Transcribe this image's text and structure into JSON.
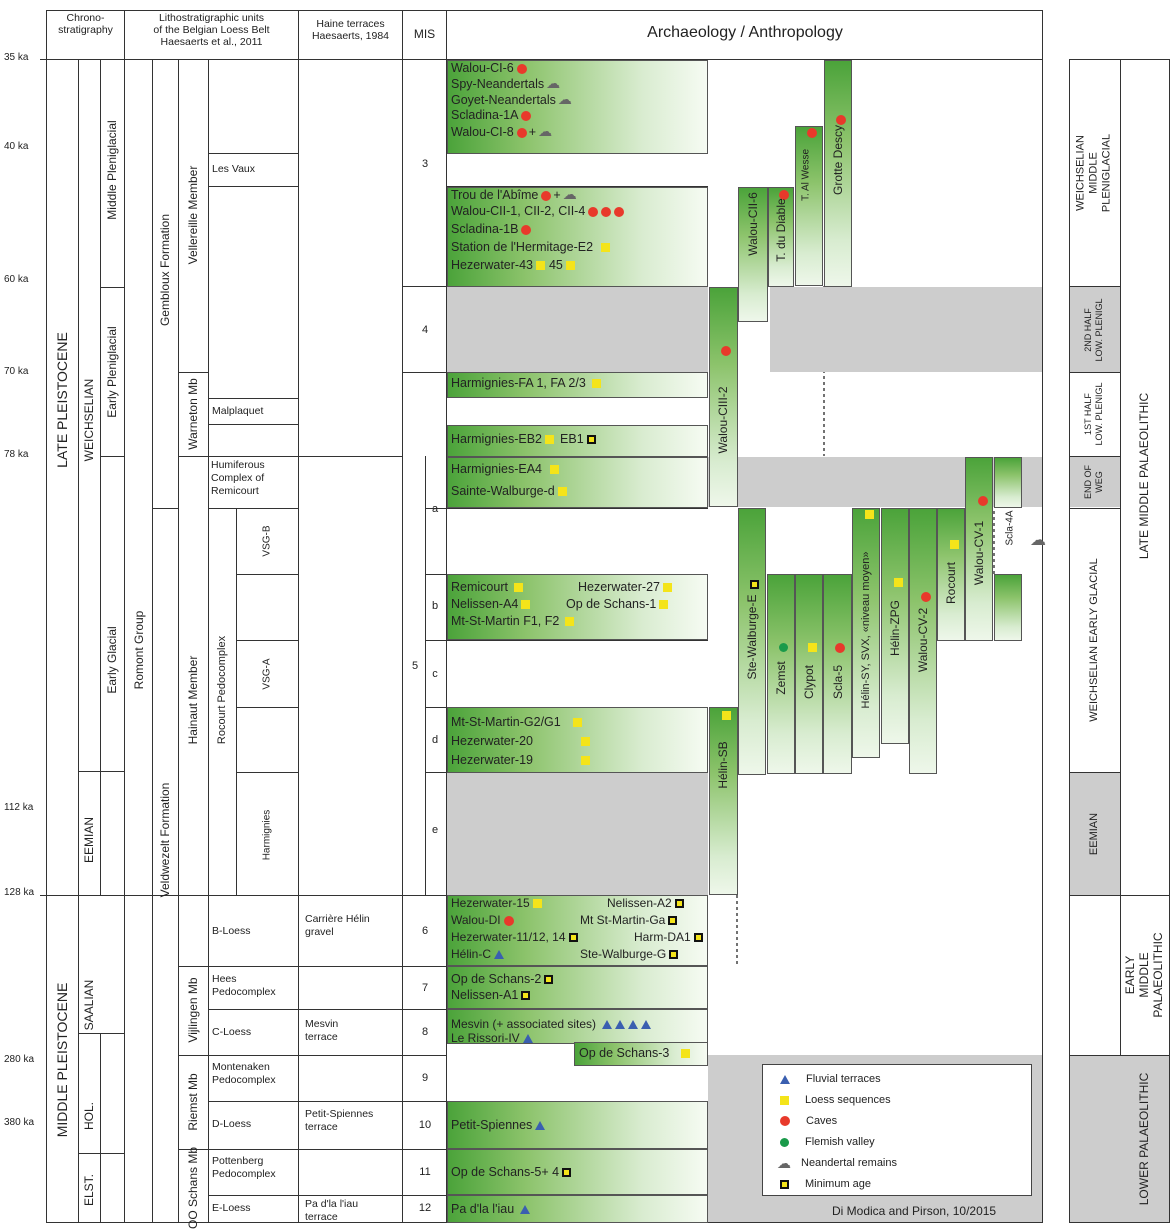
{
  "headers": {
    "chrono": "Chrono-\nstratigraphy",
    "litho": "Lithostratigraphic units\nof the Belgian Loess Belt\nHaesaerts et al., 2011",
    "haine": "Haine terraces\nHaesaerts, 1984",
    "mis": "MIS",
    "archaeology": "Archaeology / Anthropology"
  },
  "ages": [
    "35 ka",
    "40 ka",
    "60 ka",
    "70 ka",
    "78 ka",
    "112 ka",
    "128 ka",
    "280 ka",
    "380 ka"
  ],
  "chrono": {
    "late_pleistocene": "LATE PLEISTOCENE",
    "weichselian": "WEICHSELIAN",
    "middle_pleniglacial": "Middle Pleniglacial",
    "early_pleniglacial": "Early Pleniglacial",
    "early_glacial": "Early Glacial",
    "eemian": "EEMIAN",
    "middle_pleistocene": "MIDDLE PLEISTOCENE",
    "saalian": "SAALIAN",
    "hol": "HOL.",
    "elst": "ELST."
  },
  "litho": {
    "romont_group": "Romont Group",
    "gembloux_formation": "Gembloux Formation",
    "veldwezelt_formation": "Veldwezelt Formation",
    "vellereille_member": "Vellereille Member",
    "warneton_mb": "Warneton Mb",
    "hainaut_member": "Hainaut Member",
    "vijlingen_mb": "Vijlingen Mb",
    "riemst_mb": "Riemst Mb",
    "oo_schans_mb": "OO Schans Mb",
    "rocourt_pedocomplex": "Rocourt Pedocomplex",
    "les_vaux": "Les Vaux",
    "malplaquet": "Malplaquet",
    "humiferous": "Humiferous\nComplex of\nRemicourt",
    "vsg_b": "VSG-B",
    "vsg_a": "VSG-A",
    "harmignies": "Harmignies",
    "b_loess": "B-Loess",
    "hees": "Hees\nPedocomplex",
    "c_loess": "C-Loess",
    "montenaken": "Montenaken\nPedocomplex",
    "d_loess": "D-Loess",
    "pottenberg": "Pottenberg\nPedocomplex",
    "e_loess": "E-Loess"
  },
  "haine": {
    "carriere": "Carrière Hélin\ngravel",
    "mesvin": "Mesvin\nterrace",
    "petit_spiennes": "Petit-Spiennes\nterrace",
    "pa_dla_liau": "Pa d'la l'iau\nterrace"
  },
  "mis": {
    "m3": "3",
    "m4": "4",
    "m5": "5",
    "a": "a",
    "b": "b",
    "c": "c",
    "d": "d",
    "e": "e",
    "m6": "6",
    "m7": "7",
    "m8": "8",
    "m9": "9",
    "m10": "10",
    "m11": "11",
    "m12": "12"
  },
  "sites": {
    "walou_ci6": "Walou-CI-6",
    "spy": "Spy-Neandertals",
    "goyet": "Goyet-Neandertals",
    "scladina_1a": "Scladina-1A",
    "walou_ci8": "Walou-CI-8",
    "plus": "+",
    "trou_abime": "Trou de l'Abîme",
    "walou_cii": "Walou-CII-1, CII-2, CII-4",
    "scladina_1b": "Scladina-1B",
    "hermitage": "Station de l'Hermitage-E2",
    "hezerwater_43": "Hezerwater-43",
    "n45": "45",
    "harm_fa": "Harmignies-FA 1, FA 2/3",
    "harm_eb2": "Harmignies-EB2",
    "eb1": "EB1",
    "harm_ea4": "Harmignies-EA4",
    "sainte_walburge": "Sainte-Walburge-d",
    "remicourt": "Remicourt",
    "hezerwater_27": "Hezerwater-27",
    "nelissen_a4": "Nelissen-A4",
    "op_de_schans_1": "Op de Schans-1",
    "mt_st_martin_f": "Mt-St-Martin F1, F2",
    "mt_st_martin_g": "Mt-St-Martin-G2/G1",
    "hezerwater_20": "Hezerwater-20",
    "hezerwater_19": "Hezerwater-19",
    "hezerwater_15": "Hezerwater-15",
    "nelissen_a2": "Nelissen-A2",
    "walou_di": "Walou-DI",
    "mt_st_martin_ga": "Mt St-Martin-Ga",
    "hezerwater_11": "Hezerwater-11/12, 14",
    "harm_da1": "Harm-DA1",
    "helin_c": "Hélin-C",
    "ste_walburge_g": "Ste-Walburge-G",
    "op_de_schans_2": "Op de Schans-2",
    "nelissen_a1": "Nelissen-A1",
    "mesvin_sites": "Mesvin (+ associated sites)",
    "le_rissori": "Le Rissori-IV",
    "op_de_schans_3": "Op de Schans-3",
    "petit_spiennes": "Petit-Spiennes",
    "op_de_schans_54": "Op de Schans-5+ 4",
    "pa_dla_liau": "Pa d'la l'iau"
  },
  "bars": {
    "walou_ciii2": "Walou-CIII-2",
    "walou_cii6": "Walou-CII-6",
    "t_diable": "T. du Diable",
    "t_al_wesse": "T. Al Wesse",
    "grotte_descy": "Grotte Descy",
    "helin_sb": "Hélin-SB",
    "ste_walburge_e": "Ste-Walburge-E",
    "zemst": "Zemst",
    "clypot": "Clypot",
    "scla5": "Scla-5",
    "helin_sy": "Hélin-SY, SVX, «niveau moyen»",
    "helin_zpg": "Hélin-ZPG",
    "walou_cv2": "Walou-CV-2",
    "rocourt": "Rocourt",
    "walou_cv1": "Walou-CV-1",
    "scla4a": "Scla-4A"
  },
  "right": {
    "weichselian_mp": "WEICHSELIAN\nMIDDLE PLENIGLACIAL",
    "second_half": "2ND HALF\nLOW. PLENIGL",
    "first_half": "1ST HALF\nLOW. PLENIGL",
    "end_of_weg": "END OF\nWEG",
    "weichselian_eg": "WEICHSELIAN EARLY GLACIAL",
    "eemian": "EEMIAN",
    "late_mp": "LATE MIDDLE PALAEOLITHIC",
    "early_mp": "EARLY MIDDLE\nPALAEOLITHIC",
    "lower_p": "LOWER PALAEOLITHIC"
  },
  "legend": {
    "fluvial": "Fluvial terraces",
    "loess": "Loess sequences",
    "caves": "Caves",
    "flemish": "Flemish valley",
    "neandertal": "Neandertal remains",
    "minimum": "Minimum age"
  },
  "credit": "Di Modica and Pirson, 10/2015",
  "colors": {
    "green_dark": "#4ba33a",
    "gray": "#cdcdcd",
    "cave": "#e8392b",
    "loess": "#f4e41a",
    "flemish": "#1a9a4a",
    "fluvial": "#3a5fb0"
  }
}
